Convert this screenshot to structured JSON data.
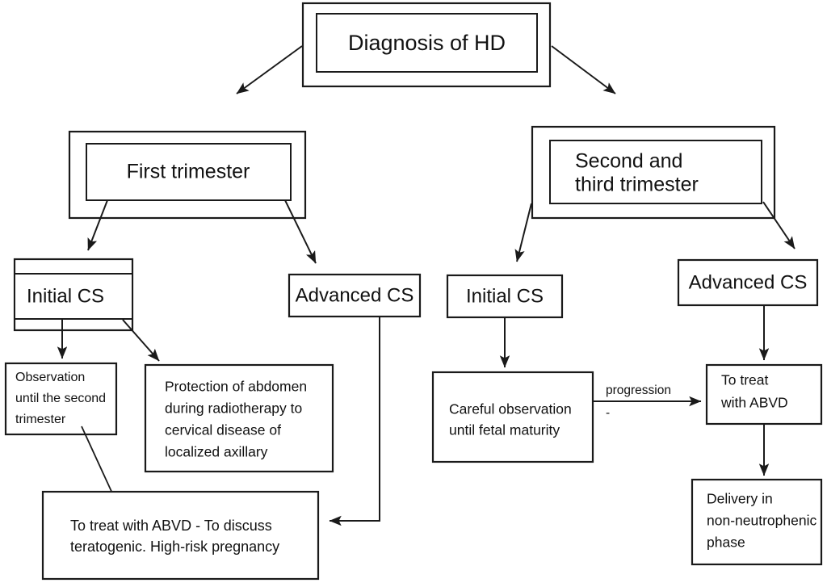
{
  "diagram": {
    "type": "flowchart",
    "title_node": "Diagnosis of HD",
    "orientation": "top-down",
    "background_color": "#ffffff",
    "line_color": "#1a1a1a",
    "text_color": "#111111"
  },
  "nodes": {
    "root": {
      "id": "diagnosis-hd",
      "label": "Diagnosis of HD",
      "style": "double-border"
    },
    "first_trimester": {
      "id": "first-trimester",
      "label": "First trimester",
      "style": "double-border"
    },
    "second_third_trimester": {
      "id": "second-third-trimester",
      "label_line1": "Second and",
      "label_line2": "third trimester",
      "style": "double-border"
    },
    "left_initial_cs": {
      "id": "left-initial-cs",
      "label": "Initial CS",
      "style": "double-border"
    },
    "left_advanced_cs": {
      "id": "left-advanced-cs",
      "label": "Advanced CS",
      "style": "single-border"
    },
    "right_initial_cs": {
      "id": "right-initial-cs",
      "label": "Initial CS",
      "style": "single-border"
    },
    "right_advanced_cs": {
      "id": "right-advanced-cs",
      "label": "Advanced CS",
      "style": "single-border"
    },
    "observation": {
      "id": "observation-second-trimester",
      "lines": [
        "Observation",
        "until the second",
        "trimester"
      ]
    },
    "protection": {
      "id": "protection-abdomen",
      "lines": [
        "Protection of abdomen",
        "during radiotherapy to",
        "cervical disease of",
        "localized axillary"
      ]
    },
    "treat_abvd_left": {
      "id": "treat-with-abvd-discuss",
      "lines": [
        "To treat with ABVD - To discuss",
        "teratogenic. High-risk pregnancy"
      ]
    },
    "careful_observation": {
      "id": "careful-observation",
      "lines": [
        "Careful observation",
        "until fetal maturity"
      ]
    },
    "treat_abvd_right": {
      "id": "to-treat-with-abvd",
      "lines": [
        "To treat",
        "with ABVD"
      ]
    },
    "delivery": {
      "id": "delivery-non-neutrophenic",
      "lines": [
        "Delivery in",
        "non-neutrophenic",
        "phase"
      ]
    }
  },
  "edges": [
    {
      "id": "edge-root-to-first",
      "from": "diagnosis-hd",
      "to": "first-trimester",
      "label": ""
    },
    {
      "id": "edge-root-to-second-third",
      "from": "diagnosis-hd",
      "to": "second-third-trimester",
      "label": ""
    },
    {
      "id": "edge-first-to-initial-cs",
      "from": "first-trimester",
      "to": "left-initial-cs",
      "label": ""
    },
    {
      "id": "edge-first-to-advanced-cs",
      "from": "first-trimester",
      "to": "left-advanced-cs",
      "label": ""
    },
    {
      "id": "edge-initial-cs-to-observation",
      "from": "left-initial-cs",
      "to": "observation-second-trimester",
      "label": ""
    },
    {
      "id": "edge-initial-cs-to-protection",
      "from": "left-initial-cs",
      "to": "protection-abdomen",
      "label": ""
    },
    {
      "id": "edge-observation-to-abvd",
      "from": "observation-second-trimester",
      "to": "treat-with-abvd-discuss",
      "label": ""
    },
    {
      "id": "edge-advanced-cs-to-abvd",
      "from": "left-advanced-cs",
      "to": "treat-with-abvd-discuss",
      "label": ""
    },
    {
      "id": "edge-second-third-to-initial-cs",
      "from": "second-third-trimester",
      "to": "right-initial-cs",
      "label": ""
    },
    {
      "id": "edge-second-third-to-advanced-cs",
      "from": "second-third-trimester",
      "to": "right-advanced-cs",
      "label": ""
    },
    {
      "id": "edge-initial-cs-to-careful",
      "from": "right-initial-cs",
      "to": "careful-observation",
      "label": ""
    },
    {
      "id": "edge-careful-to-treat-abvd",
      "from": "careful-observation",
      "to": "to-treat-with-abvd",
      "label": "progression"
    },
    {
      "id": "edge-advanced-cs-to-treat-abvd",
      "from": "right-advanced-cs",
      "to": "to-treat-with-abvd",
      "label": ""
    },
    {
      "id": "edge-treat-abvd-to-delivery",
      "from": "to-treat-with-abvd",
      "to": "delivery-non-neutrophenic",
      "label": ""
    }
  ],
  "edge_labels": {
    "progression": "progression",
    "progression_dash": "-"
  }
}
